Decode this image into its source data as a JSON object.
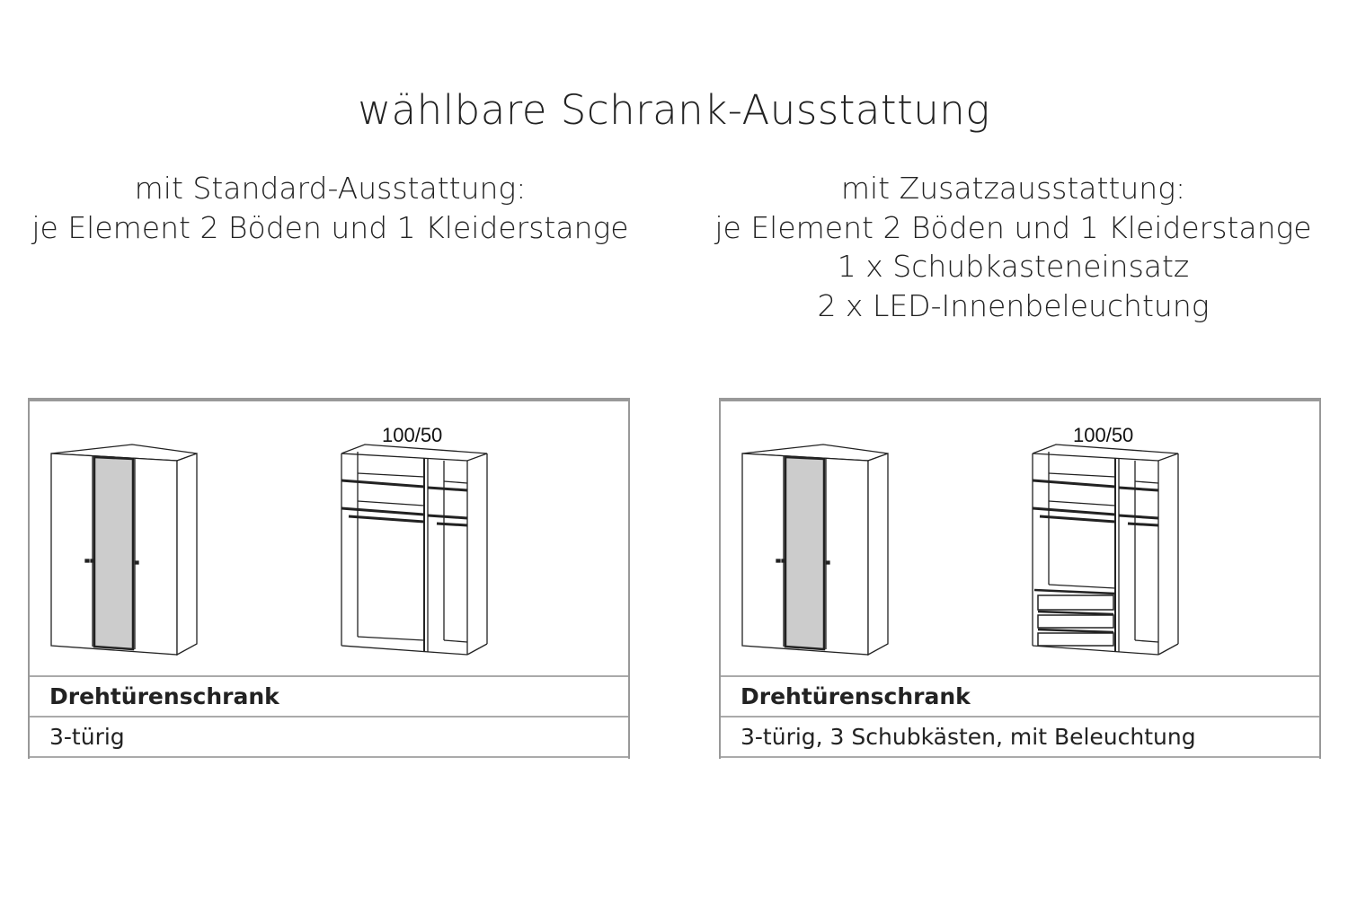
{
  "title": "wählbare Schrank-Ausstattung",
  "left": {
    "heading_lines": [
      "mit Standard-Ausstattung:",
      "je Element 2 Böden und 1 Kleiderstange"
    ],
    "dimension_label": "100/50",
    "product_name": "Drehtürenschrank",
    "product_variant": "3-türig"
  },
  "right": {
    "heading_lines": [
      "mit Zusatzausstattung:",
      "je Element 2 Böden und 1 Kleiderstange",
      "1 x Schubkasteneinsatz",
      "2 x LED-Innenbeleuchtung"
    ],
    "dimension_label": "100/50",
    "product_name": "Drehtürenschrank",
    "product_variant": "3-türig, 3 Schubkästen, mit Beleuchtung"
  },
  "colors": {
    "frame": "#999999",
    "mirror": "#cccccc",
    "text": "#222222"
  }
}
